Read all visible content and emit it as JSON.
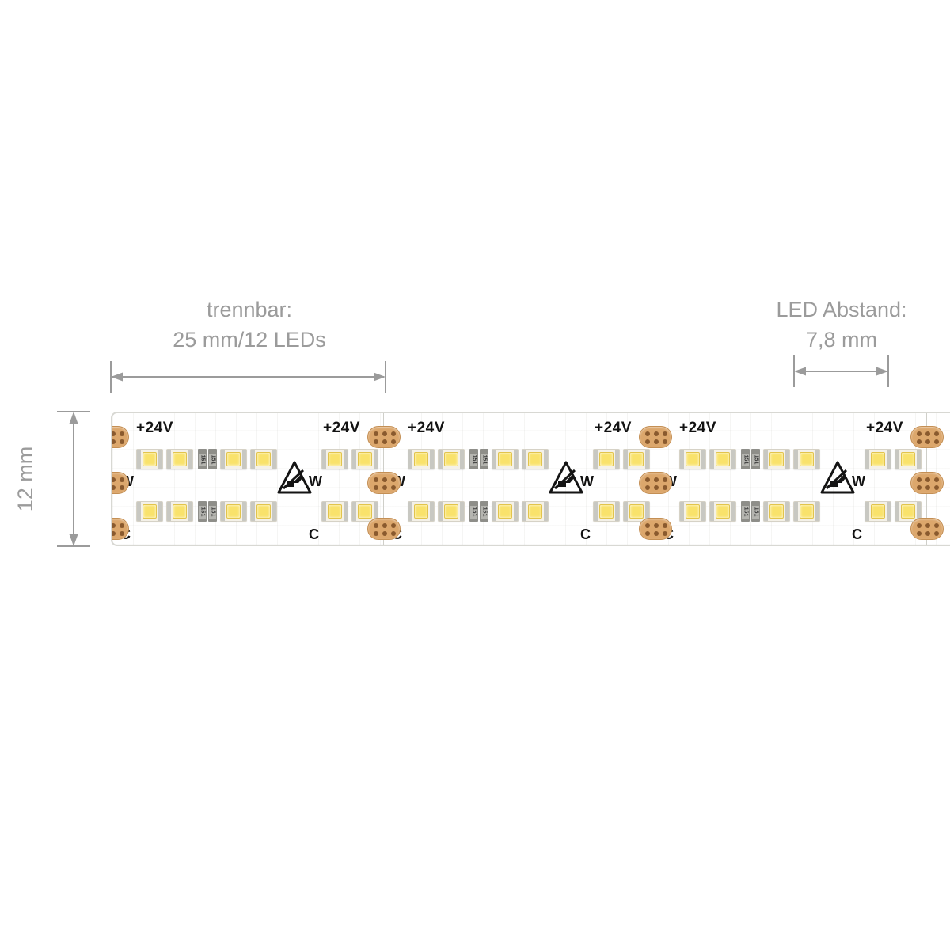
{
  "annotations": {
    "trennbar": {
      "line1": "trennbar:",
      "line2": "25 mm/12 LEDs"
    },
    "led_abstand": {
      "line1": "LED Abstand:",
      "line2": "7,8 mm"
    },
    "strip_height": "12 mm"
  },
  "strip": {
    "voltage_label": "+24V",
    "warm_label": "W",
    "cold_label": "C",
    "resistor_label": "151",
    "module_count": 3
  },
  "icons": {
    "esd": "esd-warning-icon"
  },
  "colors": {
    "annotation_gray": "#9b9b9b",
    "strip_border": "#d8d8d3",
    "chip_body": "#f4f1e8",
    "chip_border": "#d6d2c6",
    "electrode": "#c8c8c2",
    "led_yellow": "#f9e26b",
    "led_yellow_border": "#e2c44c",
    "copper": "#dca76c",
    "copper_border": "#c48f54",
    "copper_hole": "#8a5a2e",
    "resistor_body": "#b5b5b0",
    "resistor_end": "#8e8e89"
  }
}
